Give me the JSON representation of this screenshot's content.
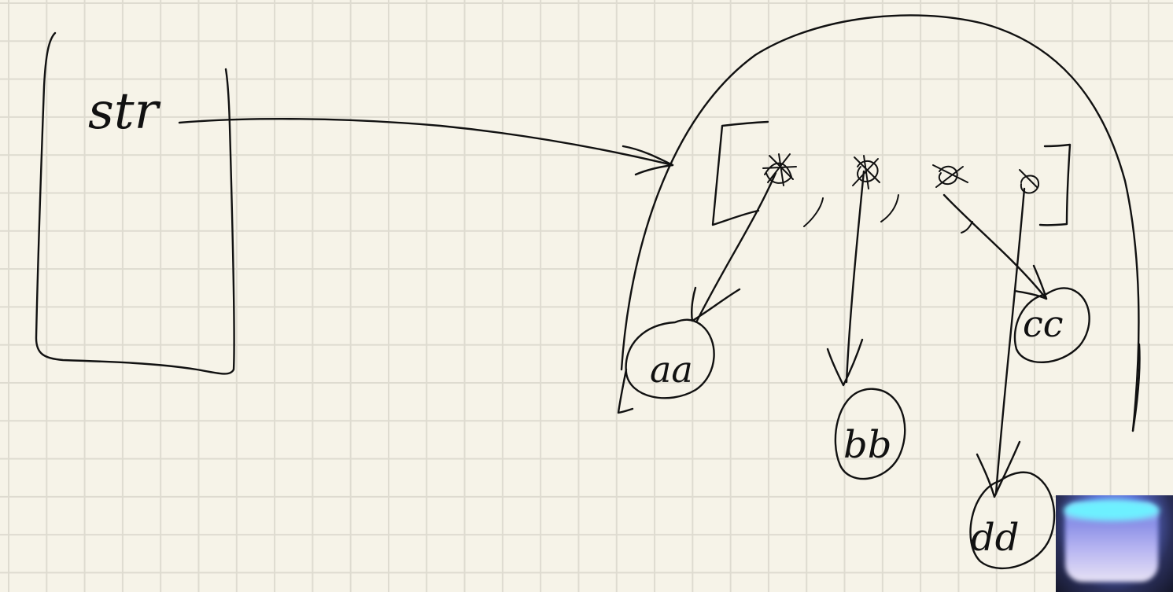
{
  "diagram": {
    "variable_label": "str",
    "element_labels": [
      "aa",
      "bb",
      "cc",
      "dd"
    ],
    "separators": [
      ",",
      ",",
      ","
    ]
  },
  "webcam": {
    "icon": "webcam-feed"
  }
}
